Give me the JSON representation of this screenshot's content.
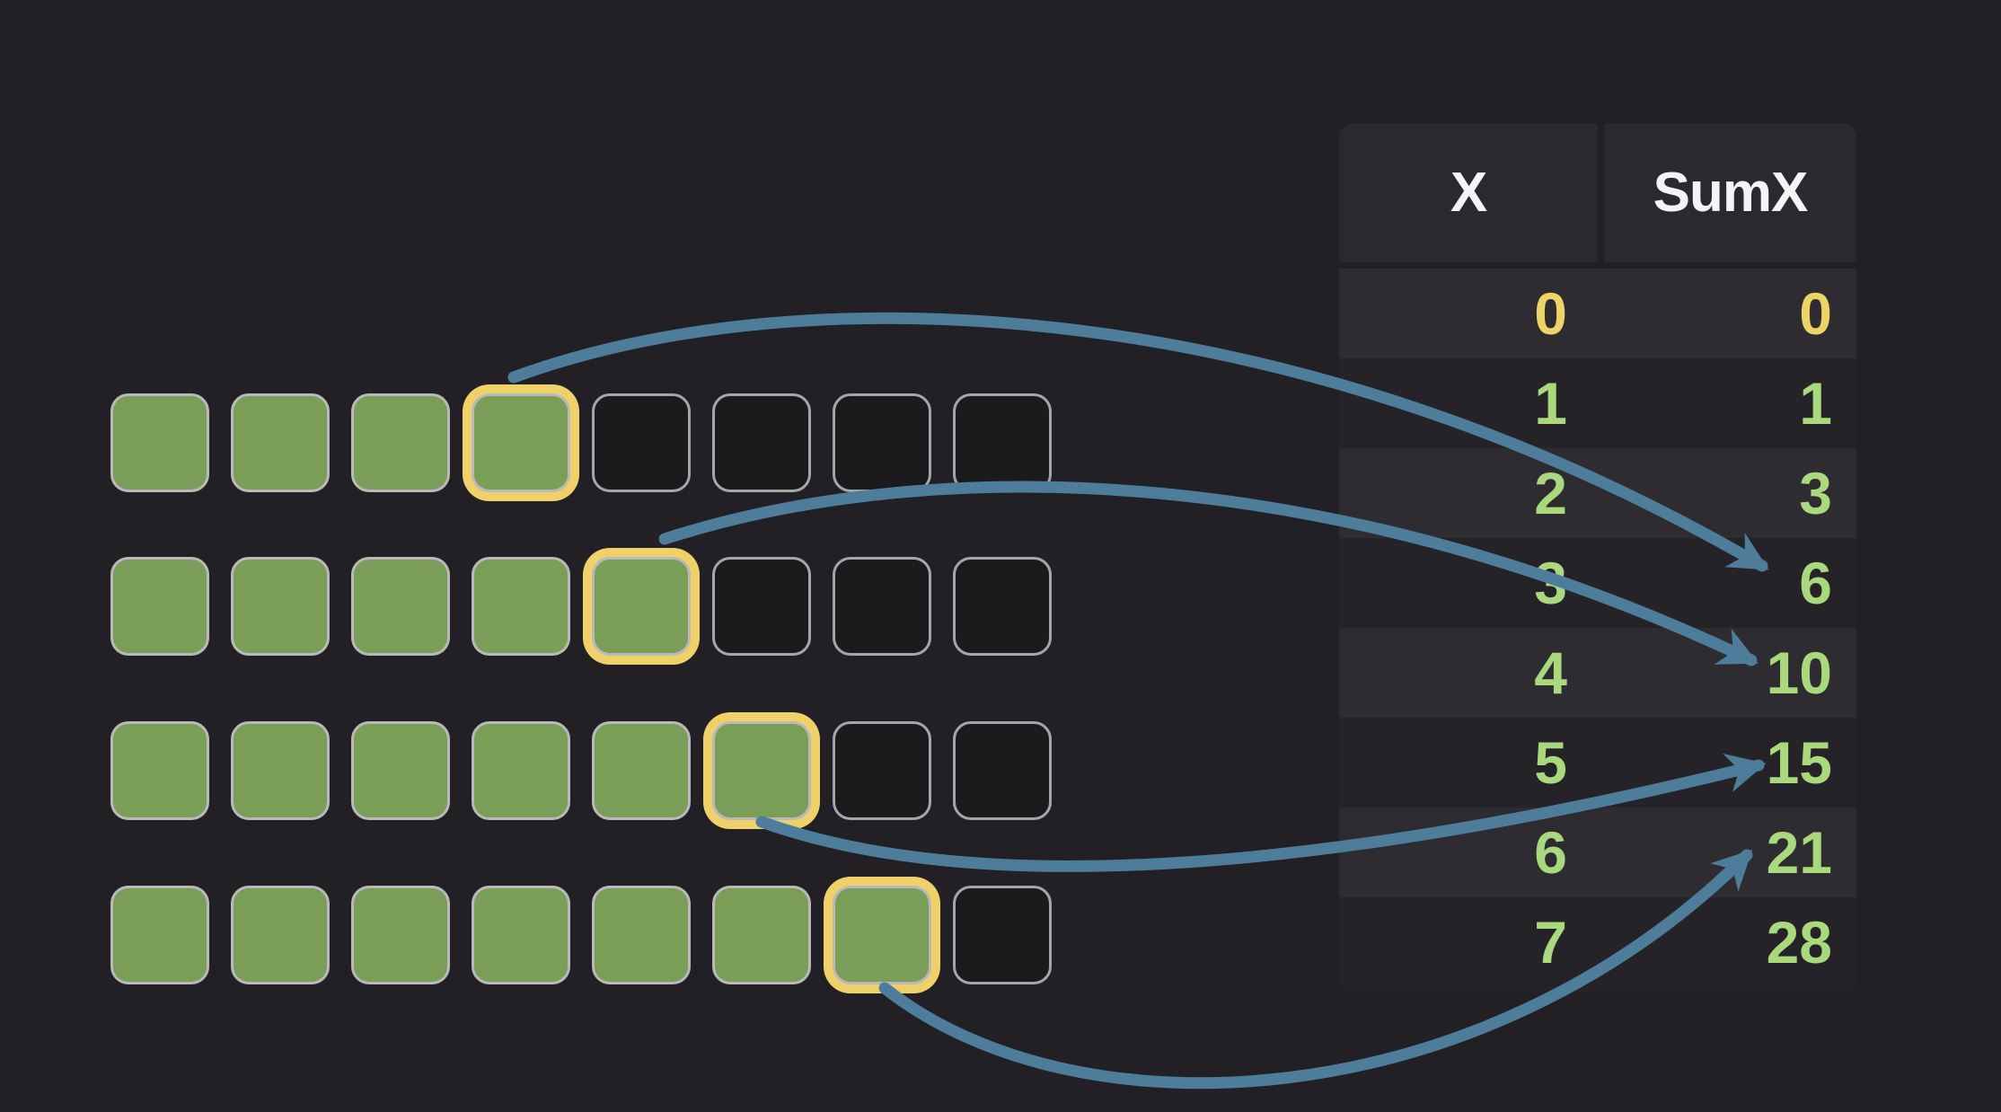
{
  "colors": {
    "background": "#222024",
    "square_green": "#7a9e58",
    "square_border": "#b9b9bc",
    "highlight_yellow": "#f0d169",
    "arrow_blue": "#4d7d9a",
    "table_header_bg": "#2b292e",
    "row_light": "#2e2c31",
    "row_dark": "#252328",
    "header_text": "#f4f3f5",
    "value_green": "#aad87d",
    "value_yellow": "#eed366"
  },
  "grid": {
    "columns": 8,
    "rows": [
      {
        "filled": 4,
        "highlighted_index": 3
      },
      {
        "filled": 5,
        "highlighted_index": 4
      },
      {
        "filled": 6,
        "highlighted_index": 5
      },
      {
        "filled": 7,
        "highlighted_index": 6
      }
    ]
  },
  "table": {
    "headers": [
      "X",
      "SumX"
    ],
    "rows": [
      {
        "x": "0",
        "sumx": "0",
        "color": "yellow"
      },
      {
        "x": "1",
        "sumx": "1",
        "color": "green"
      },
      {
        "x": "2",
        "sumx": "3",
        "color": "green"
      },
      {
        "x": "3",
        "sumx": "6",
        "color": "green"
      },
      {
        "x": "4",
        "sumx": "10",
        "color": "green"
      },
      {
        "x": "5",
        "sumx": "15",
        "color": "green"
      },
      {
        "x": "6",
        "sumx": "21",
        "color": "green"
      },
      {
        "x": "7",
        "sumx": "28",
        "color": "green"
      }
    ]
  },
  "arrows": [
    {
      "from_grid_row": 0,
      "to_sumx": "6"
    },
    {
      "from_grid_row": 1,
      "to_sumx": "10"
    },
    {
      "from_grid_row": 2,
      "to_sumx": "15"
    },
    {
      "from_grid_row": 3,
      "to_sumx": "21"
    }
  ]
}
